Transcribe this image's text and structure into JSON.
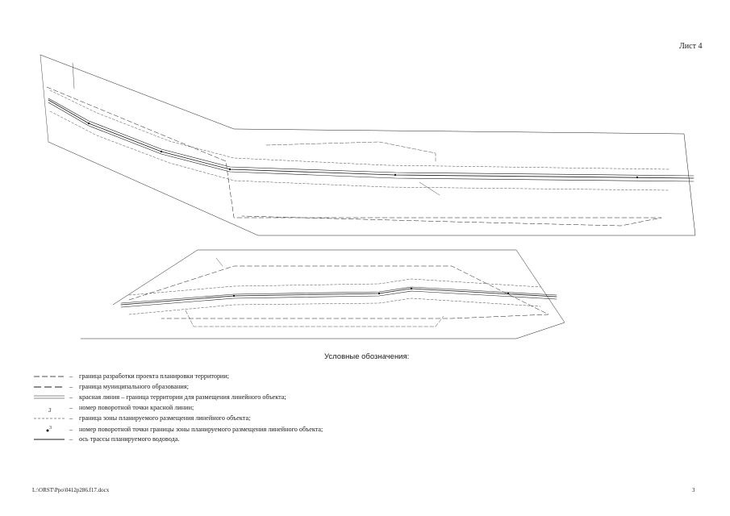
{
  "sheet_label": "Лист 4",
  "legend": {
    "title": "Условные обозначения:",
    "separator": "–",
    "items": [
      {
        "style": "dash-long",
        "text": "граница разработки проекта планировки территории;"
      },
      {
        "style": "dash-med",
        "text": "граница муниципального образования;"
      },
      {
        "style": "double-solid",
        "text": "красная линия – граница территории для размещения линейного объекта;"
      },
      {
        "style": "point-label",
        "text": "номер поворотной точки красной линии;"
      },
      {
        "style": "dash-short",
        "text": "граница зоны планируемого размещения линейного объекта;"
      },
      {
        "style": "point-marker",
        "text": "номер поворотной точки границы зоны планируемого размещения линейного объекта;"
      },
      {
        "style": "solid",
        "text": "ось трассы планируемого водовода."
      }
    ]
  },
  "footer": {
    "path": "L:\\ORST\\Ppo\\0412p286.f17.docx",
    "page": "3"
  },
  "colors": {
    "ink": "#1a1a1a",
    "paper": "#ffffff"
  }
}
